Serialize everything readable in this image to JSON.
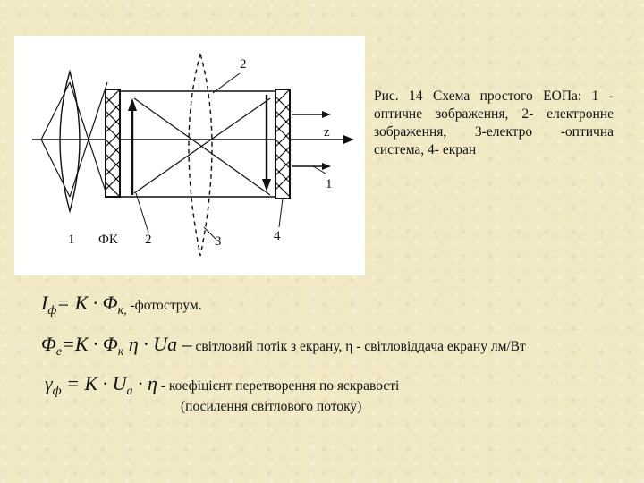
{
  "figure": {
    "labels": {
      "lens_left": "1",
      "photocathode": "ФК",
      "electron_image": "2",
      "lens_top": "2",
      "electron_optics": "3",
      "screen": "4",
      "axis": "z",
      "output_ray": "1"
    }
  },
  "caption": "Рис. 14 Схема простого ЕОПа: 1 - оптичне зображення, 2- електронне зображення, 3-електро -оптична система, 4- екран",
  "formulas": {
    "f1": {
      "lhs": "I",
      "lhs_sub": "ф",
      "eq": "= K · Φ",
      "eq_sub": "к,",
      "desc": " -фотострум."
    },
    "f2": {
      "lhs": "Φ",
      "lhs_sub": "е",
      "eq": "=K · Φ",
      "eq_sub": "к",
      "mid": "  η  · Ua –",
      "desc": " світловий потік з екрану, η - світловіддача екрану лм/Вт"
    },
    "f3": {
      "lhs": "γ",
      "lhs_sub": "ф",
      "eq": " = K · U",
      "eq_sub": "a",
      "mid": " ·  η",
      "desc": " - коефіцієнт перетворення по яскравості"
    },
    "f3_note": "(посилення світлового потоку)"
  }
}
